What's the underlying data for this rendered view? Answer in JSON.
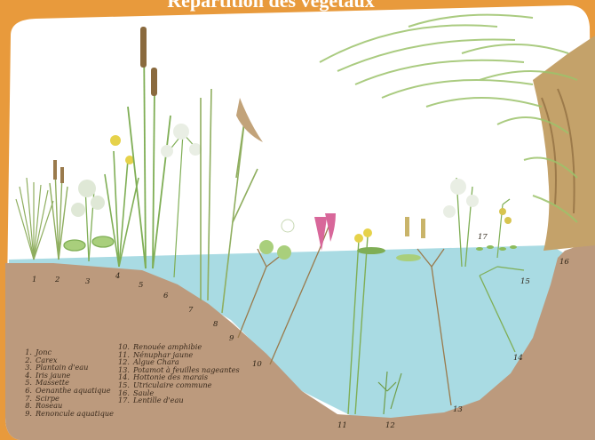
{
  "title": "Répartition des végétaux",
  "legend": [
    {
      "n": "1.",
      "label": "Jonc"
    },
    {
      "n": "2.",
      "label": "Carex"
    },
    {
      "n": "3.",
      "label": "Plantain d'eau"
    },
    {
      "n": "4.",
      "label": "Iris jaune"
    },
    {
      "n": "5.",
      "label": "Massette"
    },
    {
      "n": "6.",
      "label": "Oenanthe aquatique"
    },
    {
      "n": "7.",
      "label": "Scirpe"
    },
    {
      "n": "8.",
      "label": "Roseau"
    },
    {
      "n": "9.",
      "label": "Renoncule aquatique"
    },
    {
      "n": "10.",
      "label": "Renouée amphibie"
    },
    {
      "n": "11.",
      "label": "Nénuphar jaune"
    },
    {
      "n": "12.",
      "label": "Algue Chara"
    },
    {
      "n": "13.",
      "label": "Potamot à feuilles nageantes"
    },
    {
      "n": "14.",
      "label": "Hottonie des marais"
    },
    {
      "n": "15.",
      "label": "Utriculaire commune"
    },
    {
      "n": "16.",
      "label": "Saule"
    },
    {
      "n": "17.",
      "label": "Lentille d'eau"
    }
  ],
  "markers": [
    "1",
    "2",
    "3",
    "4",
    "5",
    "6",
    "7",
    "8",
    "9",
    "10",
    "11",
    "12",
    "13",
    "14",
    "15",
    "16",
    "17"
  ],
  "colors": {
    "frame": "#e89a3c",
    "sky": "#ffffff",
    "water": "#a9dbe3",
    "soil": "#bc9a7d",
    "stem": "#7fae55",
    "bark": "#c4a26a"
  }
}
